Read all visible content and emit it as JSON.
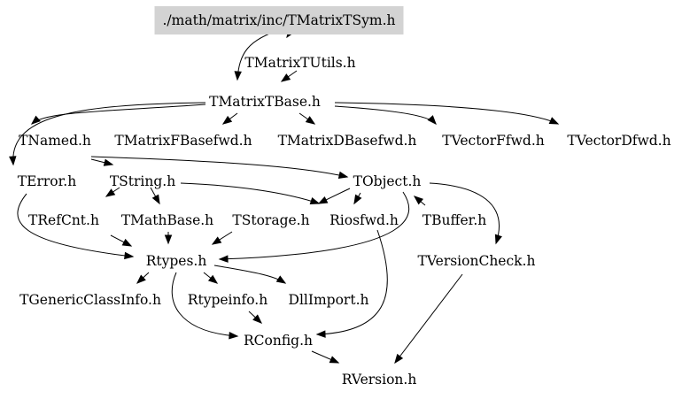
{
  "graph": {
    "nodes": [
      {
        "id": "root",
        "label": "./math/matrix/inc/TMatrixTSym.h",
        "highlight": true
      },
      {
        "id": "utils",
        "label": "TMatrixTUtils.h"
      },
      {
        "id": "base",
        "label": "TMatrixTBase.h"
      },
      {
        "id": "named",
        "label": "TNamed.h"
      },
      {
        "id": "fbasefwd",
        "label": "TMatrixFBasefwd.h"
      },
      {
        "id": "dbasefwd",
        "label": "TMatrixDBasefwd.h"
      },
      {
        "id": "vffwd",
        "label": "TVectorFfwd.h"
      },
      {
        "id": "vdfwd",
        "label": "TVectorDfwd.h"
      },
      {
        "id": "error",
        "label": "TError.h"
      },
      {
        "id": "string",
        "label": "TString.h"
      },
      {
        "id": "object",
        "label": "TObject.h"
      },
      {
        "id": "refcnt",
        "label": "TRefCnt.h"
      },
      {
        "id": "mathbase",
        "label": "TMathBase.h"
      },
      {
        "id": "storage",
        "label": "TStorage.h"
      },
      {
        "id": "riosfwd",
        "label": "Riosfwd.h"
      },
      {
        "id": "buffer",
        "label": "TBuffer.h"
      },
      {
        "id": "rtypes",
        "label": "Rtypes.h"
      },
      {
        "id": "versioncheck",
        "label": "TVersionCheck.h"
      },
      {
        "id": "genericclassinfo",
        "label": "TGenericClassInfo.h"
      },
      {
        "id": "rtypeinfo",
        "label": "Rtypeinfo.h"
      },
      {
        "id": "dllimport",
        "label": "DllImport.h"
      },
      {
        "id": "rconfig",
        "label": "RConfig.h"
      },
      {
        "id": "rversion",
        "label": "RVersion.h"
      }
    ],
    "edges": [
      {
        "from": "root",
        "to": "utils"
      },
      {
        "from": "root",
        "to": "base"
      },
      {
        "from": "utils",
        "to": "base"
      },
      {
        "from": "base",
        "to": "named"
      },
      {
        "from": "base",
        "to": "fbasefwd"
      },
      {
        "from": "base",
        "to": "dbasefwd"
      },
      {
        "from": "base",
        "to": "vffwd"
      },
      {
        "from": "base",
        "to": "vdfwd"
      },
      {
        "from": "base",
        "to": "error"
      },
      {
        "from": "named",
        "to": "string"
      },
      {
        "from": "named",
        "to": "object"
      },
      {
        "from": "string",
        "to": "refcnt"
      },
      {
        "from": "string",
        "to": "mathbase"
      },
      {
        "from": "string",
        "to": "riosfwd"
      },
      {
        "from": "object",
        "to": "riosfwd"
      },
      {
        "from": "object",
        "to": "storage"
      },
      {
        "from": "object",
        "to": "buffer"
      },
      {
        "from": "object",
        "to": "versioncheck"
      },
      {
        "from": "object",
        "to": "rtypes"
      },
      {
        "from": "error",
        "to": "rtypes"
      },
      {
        "from": "refcnt",
        "to": "rtypes"
      },
      {
        "from": "mathbase",
        "to": "rtypes"
      },
      {
        "from": "storage",
        "to": "rtypes"
      },
      {
        "from": "rtypes",
        "to": "genericclassinfo"
      },
      {
        "from": "rtypes",
        "to": "rtypeinfo"
      },
      {
        "from": "rtypes",
        "to": "dllimport"
      },
      {
        "from": "rtypes",
        "to": "rconfig"
      },
      {
        "from": "rtypeinfo",
        "to": "rconfig"
      },
      {
        "from": "riosfwd",
        "to": "rconfig"
      },
      {
        "from": "rconfig",
        "to": "rversion"
      },
      {
        "from": "versioncheck",
        "to": "rversion"
      }
    ]
  }
}
